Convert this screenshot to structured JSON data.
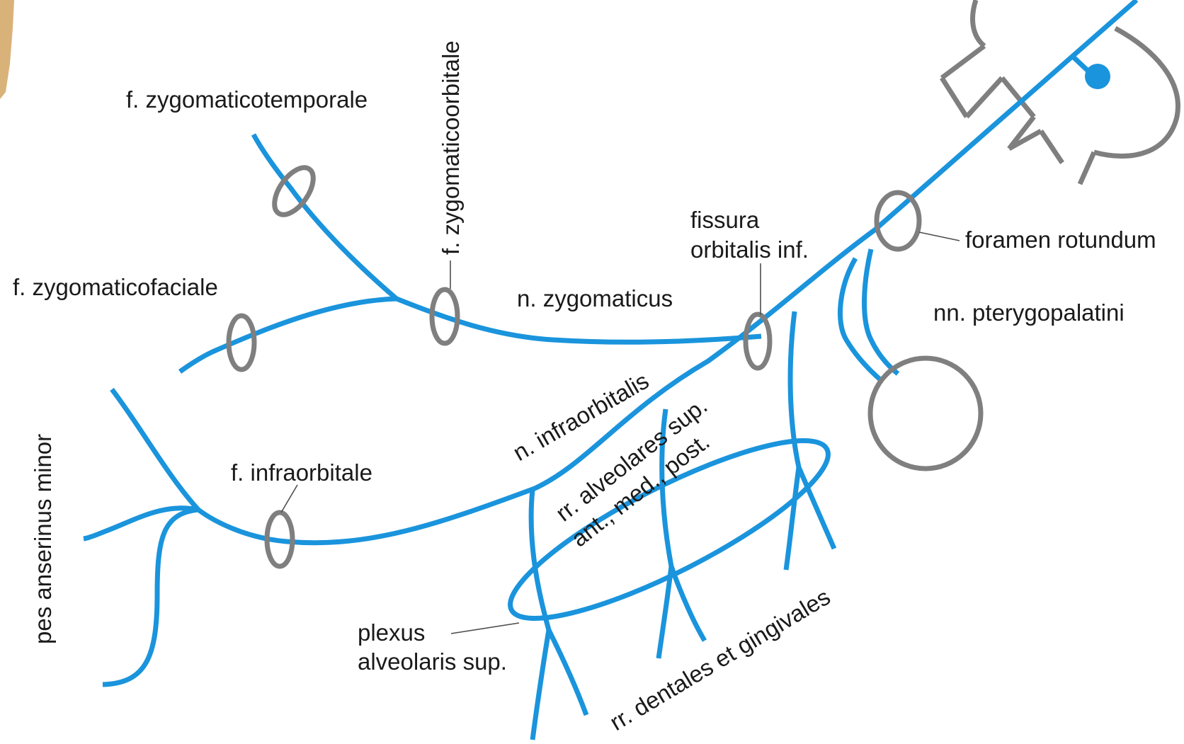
{
  "labels": {
    "zygomaticotemporale": "f. zygomaticotemporale",
    "zygomaticoorbitale": "f. zygomaticoorbitale",
    "zygomaticofaciale": "f. zygomaticofaciale",
    "fissura_line1": "fissura",
    "fissura_line2": "orbitalis inf.",
    "foramen_rotundum": "foramen rotundum",
    "n_zygomaticus": "n. zygomaticus",
    "nn_pterygopalatini": "nn. pterygopalatini",
    "n_infraorbitalis": "n. infraorbitalis",
    "rr_alveolares_line1": "rr. alveolares sup.",
    "rr_alveolares_line2": "ant., med., post.",
    "f_infraorbitale": "f. infraorbitale",
    "pes_anserinus_minor": "pes anserinus minor",
    "plexus_line1": "plexus",
    "plexus_line2": "alveolaris sup.",
    "rr_dentales": "rr. dentales et gingivales"
  },
  "colors": {
    "nerve": "#1a94dc",
    "bone": "#7f7f7f",
    "text": "#1a1a1a"
  }
}
